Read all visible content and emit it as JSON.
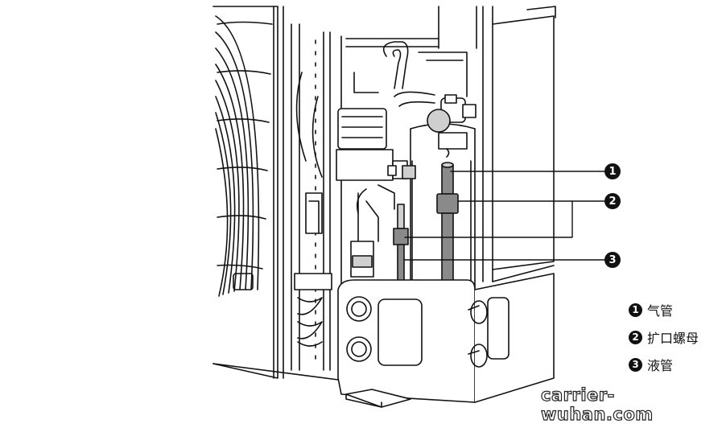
{
  "callouts": [
    {
      "number": "1",
      "label": "气管"
    },
    {
      "number": "2",
      "label": "扩口螺母"
    },
    {
      "number": "3",
      "label": "液管"
    }
  ],
  "watermark": "carrier-wuhan.com",
  "colors": {
    "line": "#111111",
    "pipe_fill": "#8a8a8a",
    "pipe_light": "#cfcfcf",
    "background": "#ffffff"
  }
}
